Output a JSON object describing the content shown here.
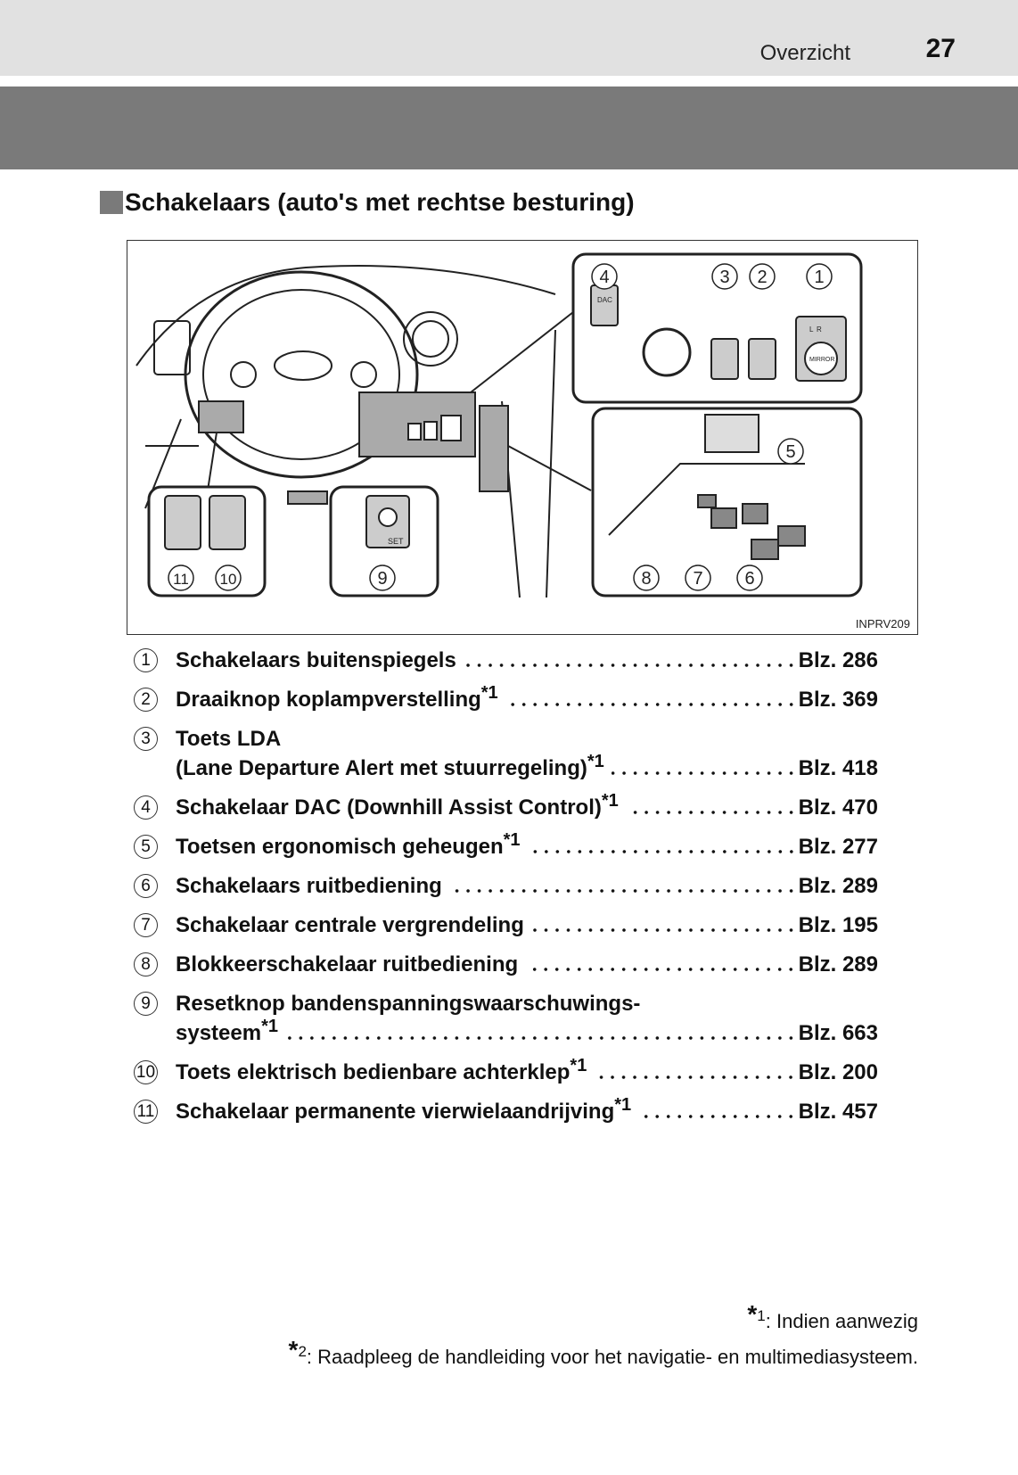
{
  "header": {
    "section": "Overzicht",
    "page_number": "27"
  },
  "heading": "Schakelaars (auto's met rechtse besturing)",
  "figure": {
    "code": "INPRV209",
    "callouts": [
      "1",
      "2",
      "3",
      "4",
      "5",
      "6",
      "7",
      "8",
      "9",
      "10",
      "11"
    ],
    "labels": {
      "dac": "DAC",
      "mirror": "MIRROR",
      "set": "SET",
      "l": "L",
      "r": "R"
    }
  },
  "items": [
    {
      "num": "1",
      "lines": [
        "Schakelaars buitenspiegels"
      ],
      "sup": "",
      "page": "Blz. 286"
    },
    {
      "num": "2",
      "lines": [
        "Draaiknop koplampverstelling"
      ],
      "sup": "*1",
      "page": "Blz. 369"
    },
    {
      "num": "3",
      "lines": [
        "Toets LDA",
        "(Lane Departure Alert met stuurregeling)"
      ],
      "sup": "*1",
      "page": "Blz. 418"
    },
    {
      "num": "4",
      "lines": [
        "Schakelaar DAC (Downhill Assist Control)"
      ],
      "sup": "*1",
      "page": "Blz. 470"
    },
    {
      "num": "5",
      "lines": [
        "Toetsen ergonomisch geheugen"
      ],
      "sup": "*1",
      "page": "Blz. 277"
    },
    {
      "num": "6",
      "lines": [
        "Schakelaars ruitbediening"
      ],
      "sup": "",
      "page": "Blz. 289"
    },
    {
      "num": "7",
      "lines": [
        "Schakelaar centrale vergrendeling"
      ],
      "sup": "",
      "page": "Blz. 195"
    },
    {
      "num": "8",
      "lines": [
        "Blokkeerschakelaar ruitbediening"
      ],
      "sup": "",
      "page": "Blz. 289"
    },
    {
      "num": "9",
      "lines": [
        "Resetknop bandenspanningswaarschuwings-",
        "systeem"
      ],
      "sup": "*1",
      "page": "Blz. 663"
    },
    {
      "num": "10",
      "lines": [
        "Toets elektrisch bedienbare achterklep"
      ],
      "sup": "*1",
      "page": "Blz. 200"
    },
    {
      "num": "11",
      "lines": [
        "Schakelaar permanente vierwielaandrijving"
      ],
      "sup": "*1",
      "page": "Blz. 457"
    }
  ],
  "footnotes": [
    {
      "mark": "*",
      "num": "1",
      "text": ": Indien aanwezig"
    },
    {
      "mark": "*",
      "num": "2",
      "text": ": Raadpleeg de handleiding voor het navigatie- en multimediasysteem."
    }
  ]
}
